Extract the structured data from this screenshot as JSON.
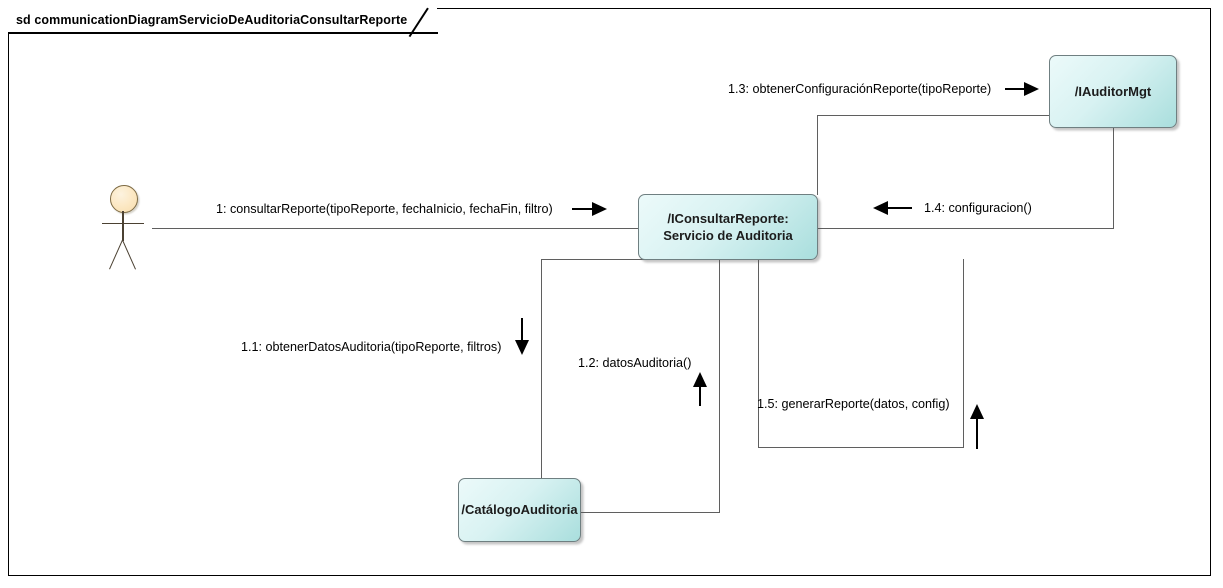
{
  "diagram": {
    "kind": "sd",
    "frame_label": "sd communicationDiagramServicioDeAuditoriaConsultarReporte",
    "type": "uml-communication-diagram",
    "colors": {
      "node_fill_light": "#ecfafa",
      "node_fill_dark": "#a9dedd",
      "node_border": "#6f7f81",
      "connector": "#5f5f5f",
      "arrow": "#000000",
      "actor_head_fill": "#fbe6bf",
      "frame_border": "#000000",
      "background": "#ffffff"
    }
  },
  "actor": {
    "name": "actor",
    "label": ""
  },
  "nodes": [
    {
      "id": "consultar-reporte",
      "line1": "/IConsultarReporte:",
      "line2": "Servicio de Auditoria"
    },
    {
      "id": "auditor-mgt",
      "line1": "/IAuditorMgt",
      "line2": ""
    },
    {
      "id": "catalogo-auditoria",
      "line1": "/CatálogoAuditoria",
      "line2": ""
    }
  ],
  "messages": [
    {
      "id": "m1",
      "sequence": "1",
      "text": "1: consultarReporte(tipoReporte, fechaInicio, fechaFin, filtro)",
      "direction": "right",
      "from": "actor",
      "to": "consultar-reporte"
    },
    {
      "id": "m11",
      "sequence": "1.1",
      "text": "1.1: obtenerDatosAuditoria(tipoReporte, filtros)",
      "direction": "down",
      "from": "consultar-reporte",
      "to": "catalogo-auditoria"
    },
    {
      "id": "m12",
      "sequence": "1.2",
      "text": "1.2: datosAuditoria()",
      "direction": "up",
      "from": "catalogo-auditoria",
      "to": "consultar-reporte"
    },
    {
      "id": "m13",
      "sequence": "1.3",
      "text": "1.3: obtenerConfiguraciónReporte(tipoReporte)",
      "direction": "right",
      "from": "consultar-reporte",
      "to": "auditor-mgt"
    },
    {
      "id": "m14",
      "sequence": "1.4",
      "text": "1.4: configuracion()",
      "direction": "left",
      "from": "auditor-mgt",
      "to": "consultar-reporte"
    },
    {
      "id": "m15",
      "sequence": "1.5",
      "text": "1.5: generarReporte(datos, config)",
      "direction": "up",
      "from": "consultar-reporte",
      "to": "consultar-reporte"
    }
  ]
}
